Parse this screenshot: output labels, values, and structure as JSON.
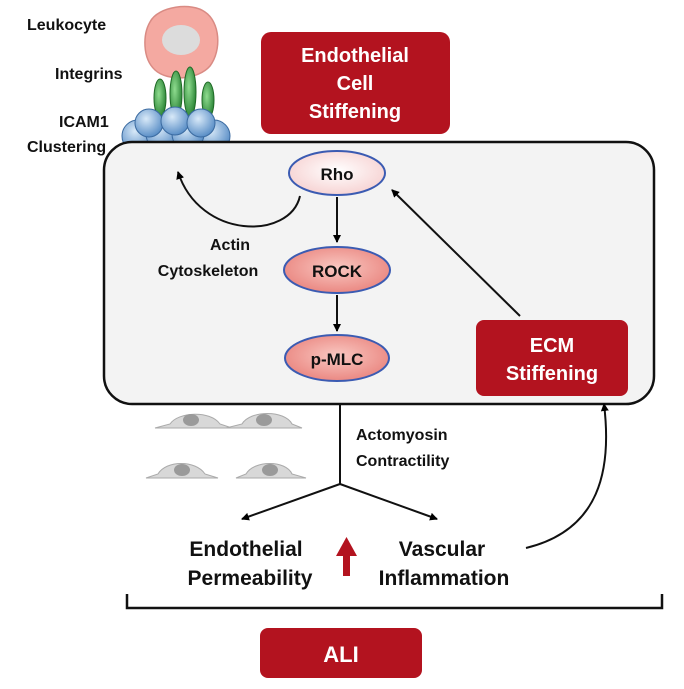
{
  "labels": {
    "leukocyte": "Leukocyte",
    "integrins": "Integrins",
    "icam1_line1": "ICAM1",
    "icam1_line2": "Clustering",
    "actin_line1": "Actin",
    "actin_line2": "Cytoskeleton",
    "actomyosin_line1": "Actomyosin",
    "actomyosin_line2": "Contractility",
    "permeability_line1": "Endothelial",
    "permeability_line2": "Permeability",
    "inflammation_line1": "Vascular",
    "inflammation_line2": "Inflammation"
  },
  "boxes": {
    "stiffening_line1": "Endothelial",
    "stiffening_line2": "Cell",
    "stiffening_line3": "Stiffening",
    "ecm_line1": "ECM",
    "ecm_line2": "Stiffening",
    "ali": "ALI"
  },
  "nodes": {
    "rho": "Rho",
    "rock": "ROCK",
    "pmlc": "p-MLC"
  },
  "colors": {
    "box_fill": "#b3131f",
    "node_light": "#fbe3e3",
    "node_mid": "#f3a9a5",
    "up_arrow": "#b3131f",
    "ball": "#8fb8e0",
    "integrin": "#3aa54b",
    "leukocyte": "#f2aaa2"
  }
}
